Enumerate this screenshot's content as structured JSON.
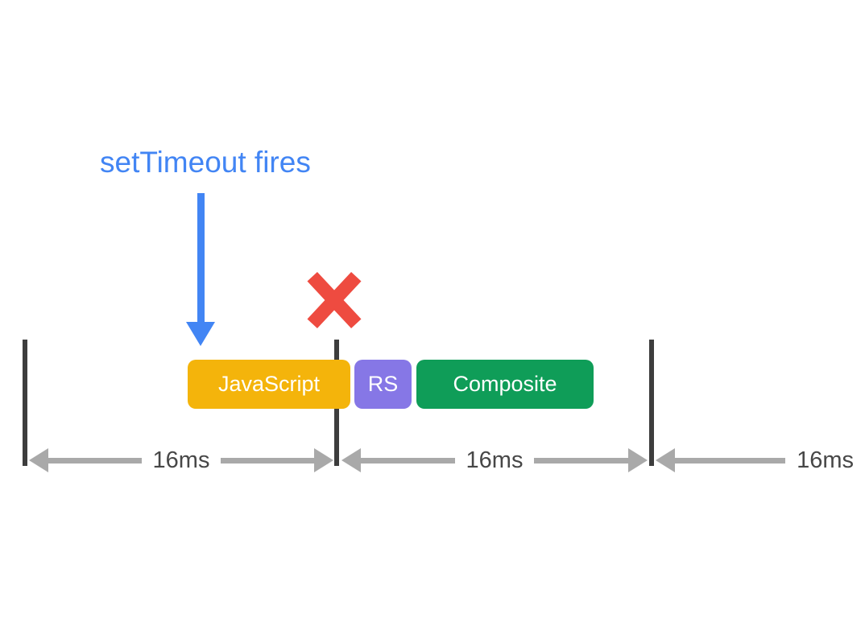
{
  "title": {
    "text": "setTimeout fires",
    "color": "#4285F4"
  },
  "icons": {
    "settimeout_arrow": "blue-down-arrow-icon",
    "settimeout_arrow_color": "#4285F4",
    "dropped_frame": "red-x-icon",
    "dropped_frame_color": "#EE4B40"
  },
  "timeline": {
    "frame_boundary_color": "#3D3D3D",
    "tasks": [
      {
        "label": "JavaScript",
        "color": "#F4B40B"
      },
      {
        "label": "RS",
        "color": "#8677E6"
      },
      {
        "label": "Composite",
        "color": "#0F9D58"
      }
    ],
    "intervals": [
      {
        "label": "16ms"
      },
      {
        "label": "16ms"
      },
      {
        "label": "16ms"
      }
    ],
    "interval_arrow_color": "#A9A9A9",
    "interval_label_color": "#474747"
  }
}
